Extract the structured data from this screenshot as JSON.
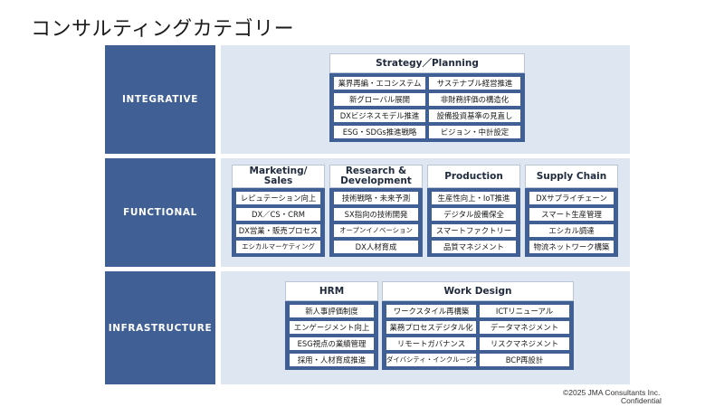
{
  "title": "コンサルティングカテゴリー",
  "bands": {
    "integrative": {
      "label": "INTEGRATIVE",
      "groups": [
        {
          "title": "Strategy／Planning",
          "items": [
            "業界再編・エコシステム",
            "サステナブル経営推進",
            "新グローバル展開",
            "非財務評価の構造化",
            "DXビジネスモデル推進",
            "設備投資基準の見直し",
            "ESG・SDGs推進戦略",
            "ビジョン・中計設定"
          ]
        }
      ]
    },
    "functional": {
      "label": "FUNCTIONAL",
      "groups": [
        {
          "title": "Marketing/ Sales",
          "items": [
            "レピュテーション向上",
            "DX／CS・CRM",
            "DX営業・販売プロセス",
            "エシカルマーケティング"
          ]
        },
        {
          "title": "Research & Development",
          "items": [
            "技術戦略・未来予測",
            "SX指向の技術開発",
            "オープンイノベーション",
            "DX人材育成"
          ]
        },
        {
          "title": "Production",
          "items": [
            "生産性向上・IoT推進",
            "デジタル設備保全",
            "スマートファクトリー",
            "品質マネジメント"
          ]
        },
        {
          "title": "Supply Chain",
          "items": [
            "DXサプライチェーン",
            "スマート生産管理",
            "エシカル調達",
            "物流ネットワーク構築"
          ]
        }
      ]
    },
    "infrastructure": {
      "label": "INFRASTRUCTURE",
      "groups": [
        {
          "title": "HRM",
          "items": [
            "新人事評価制度",
            "エンゲージメント向上",
            "ESG視点の業績管理",
            "採用・人材育成推進"
          ]
        },
        {
          "title": "Work Design",
          "items": [
            "ワークスタイル再構築",
            "ICTリニューアル",
            "業務プロセスデジタル化",
            "データマネジメント",
            "リモートガバナンス",
            "リスクマネジメント",
            "ダイバシティ・インクルージブ",
            "BCP再設計"
          ]
        }
      ]
    }
  },
  "footer": {
    "copyright": "©2025 JMA Consultants Inc.",
    "confidential": "Confidential"
  }
}
